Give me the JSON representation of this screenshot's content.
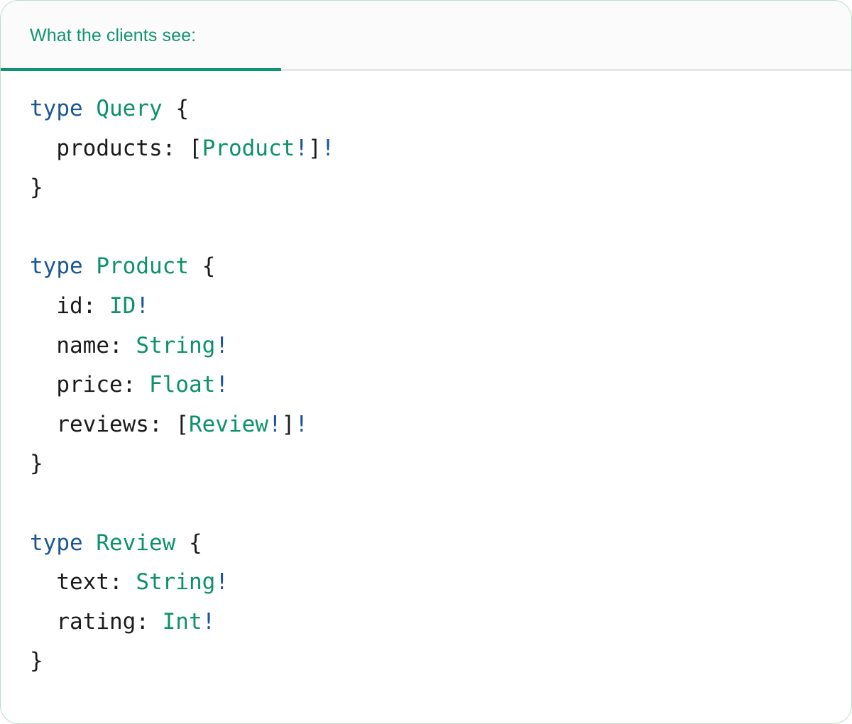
{
  "panel": {
    "border_color": "#b9ddc9",
    "background": "#ffffff"
  },
  "tabs": {
    "active_index": 0,
    "accent_color": "#0f9471",
    "header_background": "#fbfbfb",
    "items": [
      {
        "label": "What the clients see:",
        "active": true
      }
    ]
  },
  "code": {
    "language": "graphql",
    "theme": {
      "keyword": "#1a5793",
      "type": "#0b9268",
      "field": "#1b1b1b",
      "punctuation": "#1b1b1b",
      "non_null": "#17539e",
      "background": "#ffffff"
    },
    "text": "type Query {\n  products: [Product!]!\n}\n\ntype Product {\n  id: ID!\n  name: String!\n  price: Float!\n  reviews: [Review!]!\n}\n\ntype Review {\n  text: String!\n  rating: Int!\n}",
    "lines": [
      {
        "n": 1,
        "tokens": [
          {
            "t": "type",
            "c": "kw"
          },
          {
            "t": " ",
            "c": "pun"
          },
          {
            "t": "Query",
            "c": "ty"
          },
          {
            "t": " ",
            "c": "pun"
          },
          {
            "t": "{",
            "c": "pun"
          }
        ]
      },
      {
        "n": 2,
        "tokens": [
          {
            "t": "  ",
            "c": "pun"
          },
          {
            "t": "products",
            "c": "fld"
          },
          {
            "t": ": ",
            "c": "pun"
          },
          {
            "t": "[",
            "c": "pun"
          },
          {
            "t": "Product",
            "c": "ty"
          },
          {
            "t": "!",
            "c": "bang"
          },
          {
            "t": "]",
            "c": "pun"
          },
          {
            "t": "!",
            "c": "bang"
          }
        ]
      },
      {
        "n": 3,
        "tokens": [
          {
            "t": "}",
            "c": "pun"
          }
        ]
      },
      {
        "n": 4,
        "tokens": []
      },
      {
        "n": 5,
        "tokens": [
          {
            "t": "type",
            "c": "kw"
          },
          {
            "t": " ",
            "c": "pun"
          },
          {
            "t": "Product",
            "c": "ty"
          },
          {
            "t": " ",
            "c": "pun"
          },
          {
            "t": "{",
            "c": "pun"
          }
        ]
      },
      {
        "n": 6,
        "tokens": [
          {
            "t": "  ",
            "c": "pun"
          },
          {
            "t": "id",
            "c": "fld"
          },
          {
            "t": ": ",
            "c": "pun"
          },
          {
            "t": "ID",
            "c": "ty"
          },
          {
            "t": "!",
            "c": "bang"
          }
        ]
      },
      {
        "n": 7,
        "tokens": [
          {
            "t": "  ",
            "c": "pun"
          },
          {
            "t": "name",
            "c": "fld"
          },
          {
            "t": ": ",
            "c": "pun"
          },
          {
            "t": "String",
            "c": "ty"
          },
          {
            "t": "!",
            "c": "bang"
          }
        ]
      },
      {
        "n": 8,
        "tokens": [
          {
            "t": "  ",
            "c": "pun"
          },
          {
            "t": "price",
            "c": "fld"
          },
          {
            "t": ": ",
            "c": "pun"
          },
          {
            "t": "Float",
            "c": "ty"
          },
          {
            "t": "!",
            "c": "bang"
          }
        ]
      },
      {
        "n": 9,
        "tokens": [
          {
            "t": "  ",
            "c": "pun"
          },
          {
            "t": "reviews",
            "c": "fld"
          },
          {
            "t": ": ",
            "c": "pun"
          },
          {
            "t": "[",
            "c": "pun"
          },
          {
            "t": "Review",
            "c": "ty"
          },
          {
            "t": "!",
            "c": "bang"
          },
          {
            "t": "]",
            "c": "pun"
          },
          {
            "t": "!",
            "c": "bang"
          }
        ]
      },
      {
        "n": 10,
        "tokens": [
          {
            "t": "}",
            "c": "pun"
          }
        ]
      },
      {
        "n": 11,
        "tokens": []
      },
      {
        "n": 12,
        "tokens": [
          {
            "t": "type",
            "c": "kw"
          },
          {
            "t": " ",
            "c": "pun"
          },
          {
            "t": "Review",
            "c": "ty"
          },
          {
            "t": " ",
            "c": "pun"
          },
          {
            "t": "{",
            "c": "pun"
          }
        ]
      },
      {
        "n": 13,
        "tokens": [
          {
            "t": "  ",
            "c": "pun"
          },
          {
            "t": "text",
            "c": "fld"
          },
          {
            "t": ": ",
            "c": "pun"
          },
          {
            "t": "String",
            "c": "ty"
          },
          {
            "t": "!",
            "c": "bang"
          }
        ]
      },
      {
        "n": 14,
        "tokens": [
          {
            "t": "  ",
            "c": "pun"
          },
          {
            "t": "rating",
            "c": "fld"
          },
          {
            "t": ": ",
            "c": "pun"
          },
          {
            "t": "Int",
            "c": "ty"
          },
          {
            "t": "!",
            "c": "bang"
          }
        ]
      },
      {
        "n": 15,
        "tokens": [
          {
            "t": "}",
            "c": "pun"
          }
        ]
      }
    ]
  }
}
